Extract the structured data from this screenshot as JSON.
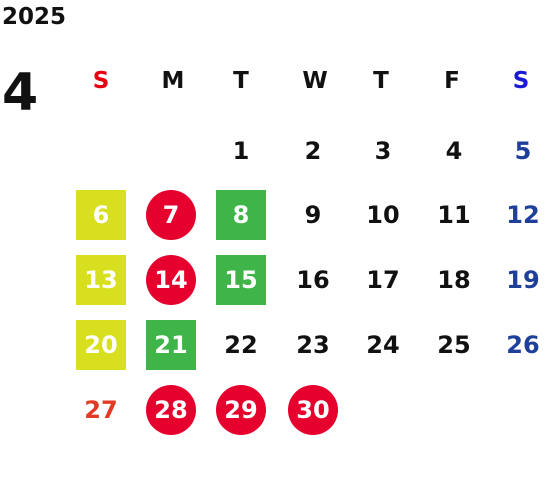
{
  "calendar": {
    "year": "2025",
    "month": "4",
    "weekdays": [
      {
        "label": "S",
        "color": "#e60012"
      },
      {
        "label": "M",
        "color": "#111111"
      },
      {
        "label": "T",
        "color": "#111111"
      },
      {
        "label": "W",
        "color": "#111111"
      },
      {
        "label": "T",
        "color": "#111111"
      },
      {
        "label": "F",
        "color": "#111111"
      },
      {
        "label": "S",
        "color": "#1a1ad6"
      }
    ],
    "days": [
      {
        "day": "1",
        "style": "plain",
        "color": "#111111"
      },
      {
        "day": "2",
        "style": "plain",
        "color": "#111111"
      },
      {
        "day": "3",
        "style": "plain",
        "color": "#111111"
      },
      {
        "day": "4",
        "style": "plain",
        "color": "#111111"
      },
      {
        "day": "5",
        "style": "plain",
        "color": "#1e3f9a"
      },
      {
        "day": "6",
        "style": "yellow-square",
        "color": "#ffffff"
      },
      {
        "day": "7",
        "style": "red-circle",
        "color": "#ffffff"
      },
      {
        "day": "8",
        "style": "green-square",
        "color": "#ffffff"
      },
      {
        "day": "9",
        "style": "plain",
        "color": "#111111"
      },
      {
        "day": "10",
        "style": "plain",
        "color": "#111111"
      },
      {
        "day": "11",
        "style": "plain",
        "color": "#111111"
      },
      {
        "day": "12",
        "style": "plain",
        "color": "#1e3f9a"
      },
      {
        "day": "13",
        "style": "yellow-square",
        "color": "#ffffff"
      },
      {
        "day": "14",
        "style": "red-circle",
        "color": "#ffffff"
      },
      {
        "day": "15",
        "style": "green-square",
        "color": "#ffffff"
      },
      {
        "day": "16",
        "style": "plain",
        "color": "#111111"
      },
      {
        "day": "17",
        "style": "plain",
        "color": "#111111"
      },
      {
        "day": "18",
        "style": "plain",
        "color": "#111111"
      },
      {
        "day": "19",
        "style": "plain",
        "color": "#1e3f9a"
      },
      {
        "day": "20",
        "style": "yellow-square",
        "color": "#ffffff"
      },
      {
        "day": "21",
        "style": "green-square",
        "color": "#ffffff"
      },
      {
        "day": "22",
        "style": "plain",
        "color": "#111111"
      },
      {
        "day": "23",
        "style": "plain",
        "color": "#111111"
      },
      {
        "day": "24",
        "style": "plain",
        "color": "#111111"
      },
      {
        "day": "25",
        "style": "plain",
        "color": "#111111"
      },
      {
        "day": "26",
        "style": "plain",
        "color": "#1e3f9a"
      },
      {
        "day": "27",
        "style": "plain",
        "color": "#e23a24"
      },
      {
        "day": "28",
        "style": "red-circle",
        "color": "#ffffff"
      },
      {
        "day": "29",
        "style": "red-circle",
        "color": "#ffffff"
      },
      {
        "day": "30",
        "style": "red-circle",
        "color": "#ffffff"
      }
    ]
  }
}
